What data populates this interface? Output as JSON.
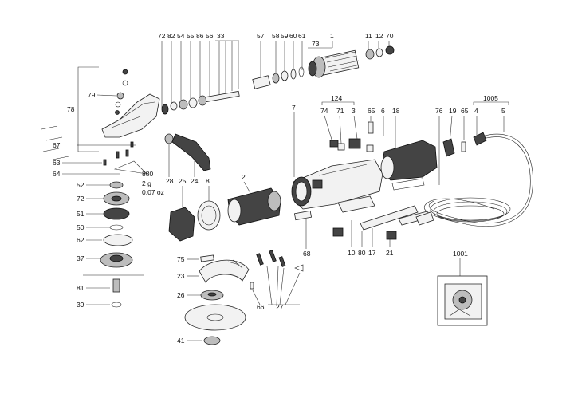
{
  "labels": {
    "l72": "72",
    "l82": "82",
    "l54": "54",
    "l55": "55",
    "l86": "86",
    "l56": "56",
    "l33": "33",
    "l57": "57",
    "l58": "58",
    "l59": "59",
    "l60": "60",
    "l61": "61",
    "l1": "1",
    "l11": "11",
    "l12": "12",
    "l70": "70",
    "l73": "73",
    "l78": "78",
    "l79": "79",
    "l124": "124",
    "l74": "74",
    "l71": "71",
    "l3": "3",
    "l65a": "65",
    "l6": "6",
    "l18": "18",
    "l76": "76",
    "l19": "19",
    "l65b": "65",
    "l1005": "1005",
    "l4": "4",
    "l5": "5",
    "l7": "7",
    "l67": "67",
    "l63": "63",
    "l64": "64",
    "l880": "880",
    "l2g": "2 g",
    "l007": "0.07 oz",
    "l52": "52",
    "l72b": "72",
    "l51": "51",
    "l50": "50",
    "l62": "62",
    "l37": "37",
    "l81": "81",
    "l39": "39",
    "l28": "28",
    "l24": "24",
    "l25": "25",
    "l8": "8",
    "l2": "2",
    "l68": "68",
    "l75": "75",
    "l23": "23",
    "l26": "26",
    "l66": "66",
    "l27": "27",
    "l41": "41",
    "l10": "10",
    "l80": "80",
    "l17": "17",
    "l21": "21",
    "l1001": "1001"
  }
}
